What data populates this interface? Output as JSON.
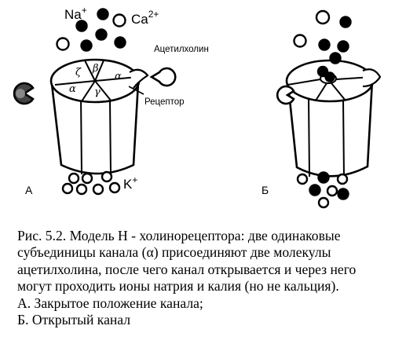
{
  "panel_a": {
    "label": "А",
    "ion_na": "Na",
    "ion_na_sup": "+",
    "ion_ca": "Ca",
    "ion_ca_sup": "2+",
    "ion_k": "K",
    "ion_k_sup": "+",
    "acetylcholine_label": "Ацетилхолин",
    "receptor_label": "Рецептор",
    "subunits": [
      "ζ",
      "β",
      "α",
      "α",
      "γ"
    ]
  },
  "panel_b": {
    "label": "Б"
  },
  "caption": {
    "lines": [
      "Рис. 5.2. Модель Н - холинорецептора: две одинаковые",
      "субъединицы канала (α) присоединяют две молекулы",
      "ацетилхолина, после чего канал открывается и через него",
      "могут проходить ионы натрия и калия (но не кальция).",
      "А. Закрытое положение канала;",
      "Б. Открытый канал"
    ]
  }
}
